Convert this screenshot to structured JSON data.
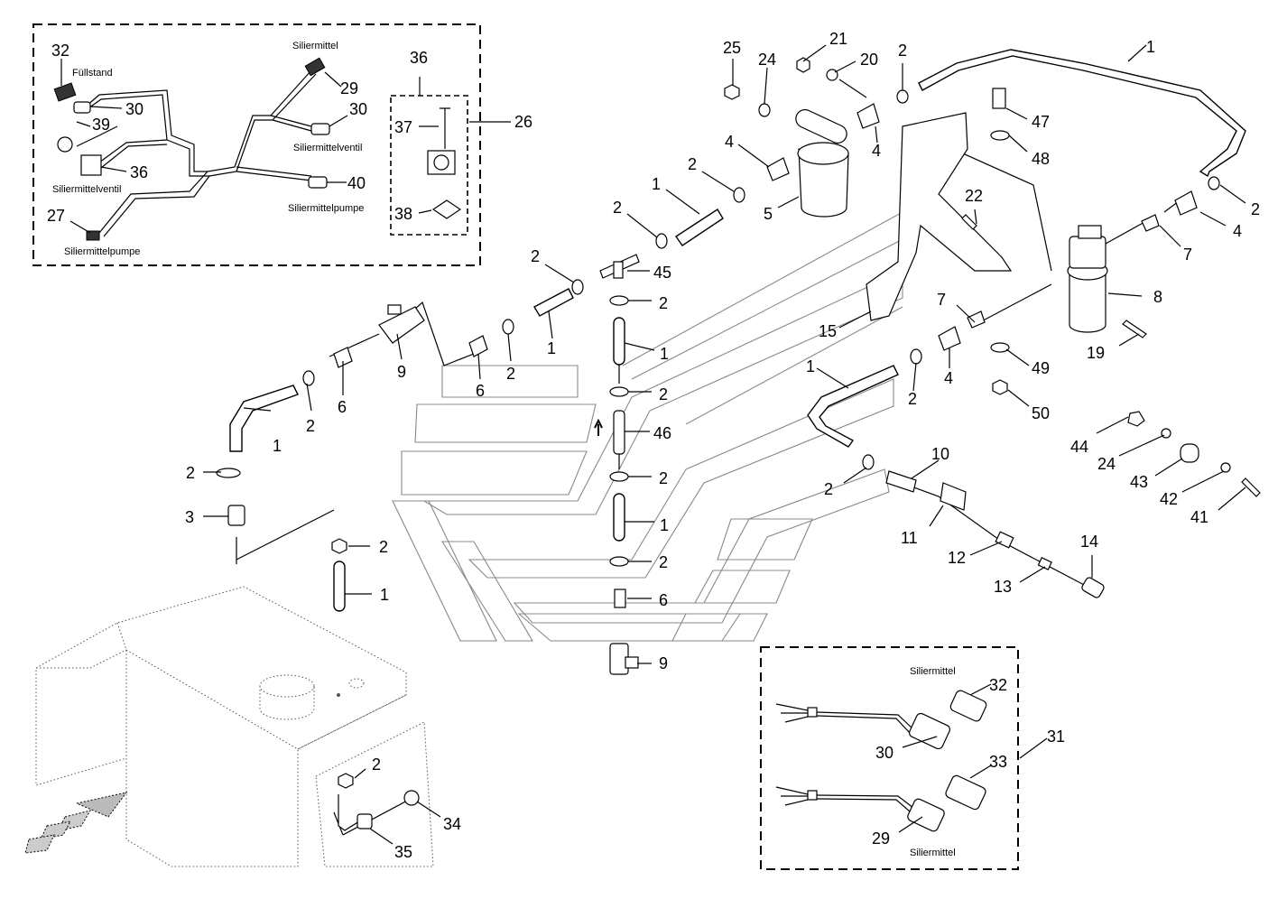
{
  "insets": {
    "harness": {
      "labels": {
        "fuellstand": "Füllstand",
        "siliermittel": "Siliermittel",
        "siliermittelventil_right": "Siliermittelventil",
        "siliermittelventil_left": "Siliermittelventil",
        "siliermittelpumpe_right": "Siliermittelpumpe",
        "siliermittelpumpe_left": "Siliermittelpumpe"
      }
    },
    "connectors": {
      "labels": {
        "siliermittel_top": "Siliermittel",
        "siliermittel_bottom": "Siliermittel"
      }
    }
  },
  "parts": [
    {
      "id": "p1a",
      "n": "1"
    },
    {
      "id": "p1b",
      "n": "1"
    },
    {
      "id": "p1c",
      "n": "1"
    },
    {
      "id": "p1d",
      "n": "1"
    },
    {
      "id": "p1e",
      "n": "1"
    },
    {
      "id": "p1f",
      "n": "1"
    },
    {
      "id": "p1g",
      "n": "1"
    },
    {
      "id": "p1h",
      "n": "1"
    },
    {
      "id": "p2a",
      "n": "2"
    },
    {
      "id": "p2b",
      "n": "2"
    },
    {
      "id": "p2c",
      "n": "2"
    },
    {
      "id": "p2d",
      "n": "2"
    },
    {
      "id": "p2e",
      "n": "2"
    },
    {
      "id": "p2f",
      "n": "2"
    },
    {
      "id": "p2g",
      "n": "2"
    },
    {
      "id": "p2h",
      "n": "2"
    },
    {
      "id": "p2i",
      "n": "2"
    },
    {
      "id": "p2j",
      "n": "2"
    },
    {
      "id": "p2k",
      "n": "2"
    },
    {
      "id": "p2l",
      "n": "2"
    },
    {
      "id": "p2m",
      "n": "2"
    },
    {
      "id": "p2n",
      "n": "2"
    },
    {
      "id": "p2o",
      "n": "2"
    },
    {
      "id": "p3",
      "n": "3"
    },
    {
      "id": "p4a",
      "n": "4"
    },
    {
      "id": "p4b",
      "n": "4"
    },
    {
      "id": "p4c",
      "n": "4"
    },
    {
      "id": "p4d",
      "n": "4"
    },
    {
      "id": "p5",
      "n": "5"
    },
    {
      "id": "p6a",
      "n": "6"
    },
    {
      "id": "p6b",
      "n": "6"
    },
    {
      "id": "p6c",
      "n": "6"
    },
    {
      "id": "p7a",
      "n": "7"
    },
    {
      "id": "p7b",
      "n": "7"
    },
    {
      "id": "p8",
      "n": "8"
    },
    {
      "id": "p9a",
      "n": "9"
    },
    {
      "id": "p9b",
      "n": "9"
    },
    {
      "id": "p10",
      "n": "10"
    },
    {
      "id": "p11",
      "n": "11"
    },
    {
      "id": "p12",
      "n": "12"
    },
    {
      "id": "p13",
      "n": "13"
    },
    {
      "id": "p14",
      "n": "14"
    },
    {
      "id": "p15",
      "n": "15"
    },
    {
      "id": "p19",
      "n": "19"
    },
    {
      "id": "p20",
      "n": "20"
    },
    {
      "id": "p21",
      "n": "21"
    },
    {
      "id": "p22",
      "n": "22"
    },
    {
      "id": "p24a",
      "n": "24"
    },
    {
      "id": "p24b",
      "n": "24"
    },
    {
      "id": "p25",
      "n": "25"
    },
    {
      "id": "p26",
      "n": "26"
    },
    {
      "id": "p27",
      "n": "27"
    },
    {
      "id": "p29a",
      "n": "29"
    },
    {
      "id": "p29b",
      "n": "29"
    },
    {
      "id": "p30a",
      "n": "30"
    },
    {
      "id": "p30b",
      "n": "30"
    },
    {
      "id": "p30c",
      "n": "30"
    },
    {
      "id": "p31",
      "n": "31"
    },
    {
      "id": "p32a",
      "n": "32"
    },
    {
      "id": "p32b",
      "n": "32"
    },
    {
      "id": "p33",
      "n": "33"
    },
    {
      "id": "p34",
      "n": "34"
    },
    {
      "id": "p35",
      "n": "35"
    },
    {
      "id": "p36a",
      "n": "36"
    },
    {
      "id": "p36b",
      "n": "36"
    },
    {
      "id": "p37",
      "n": "37"
    },
    {
      "id": "p38",
      "n": "38"
    },
    {
      "id": "p39",
      "n": "39"
    },
    {
      "id": "p40",
      "n": "40"
    },
    {
      "id": "p41",
      "n": "41"
    },
    {
      "id": "p42",
      "n": "42"
    },
    {
      "id": "p43",
      "n": "43"
    },
    {
      "id": "p44",
      "n": "44"
    },
    {
      "id": "p45",
      "n": "45"
    },
    {
      "id": "p46",
      "n": "46"
    },
    {
      "id": "p47",
      "n": "47"
    },
    {
      "id": "p48",
      "n": "48"
    },
    {
      "id": "p49",
      "n": "49"
    },
    {
      "id": "p50",
      "n": "50"
    }
  ]
}
